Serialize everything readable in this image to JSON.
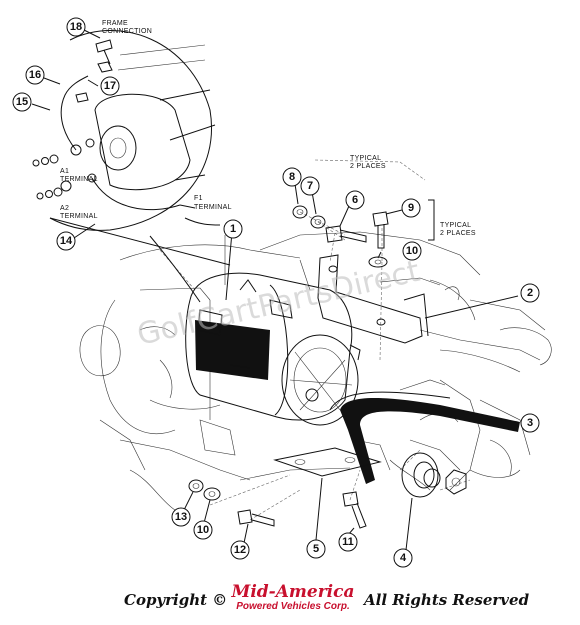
{
  "labels": {
    "frame_connection": [
      "FRAME",
      "CONNECTION"
    ],
    "a1_terminal": [
      "A1",
      "TERMINAL"
    ],
    "a2_terminal": [
      "A2",
      "TERMINAL"
    ],
    "f1_terminal": [
      "F1",
      "TERMINAL"
    ],
    "typical_top": [
      "TYPICAL",
      "2 PLACES"
    ],
    "typical_right": [
      "TYPICAL",
      "2 PLACES"
    ]
  },
  "callouts": [
    "18",
    "16",
    "17",
    "15",
    "14",
    "1",
    "8",
    "7",
    "6",
    "9",
    "10",
    "2",
    "3",
    "4",
    "5",
    "11",
    "12",
    "13",
    "10"
  ],
  "watermark": "GolfCartPartsDirect",
  "footer": {
    "copyright_left": "Copyright ©",
    "logo_line1": "Mid-America",
    "logo_line2": "Powered Vehicles Corp.",
    "rights": "All Rights Reserved"
  },
  "colors": {
    "ink": "#111111",
    "logo": "#c8102e"
  }
}
